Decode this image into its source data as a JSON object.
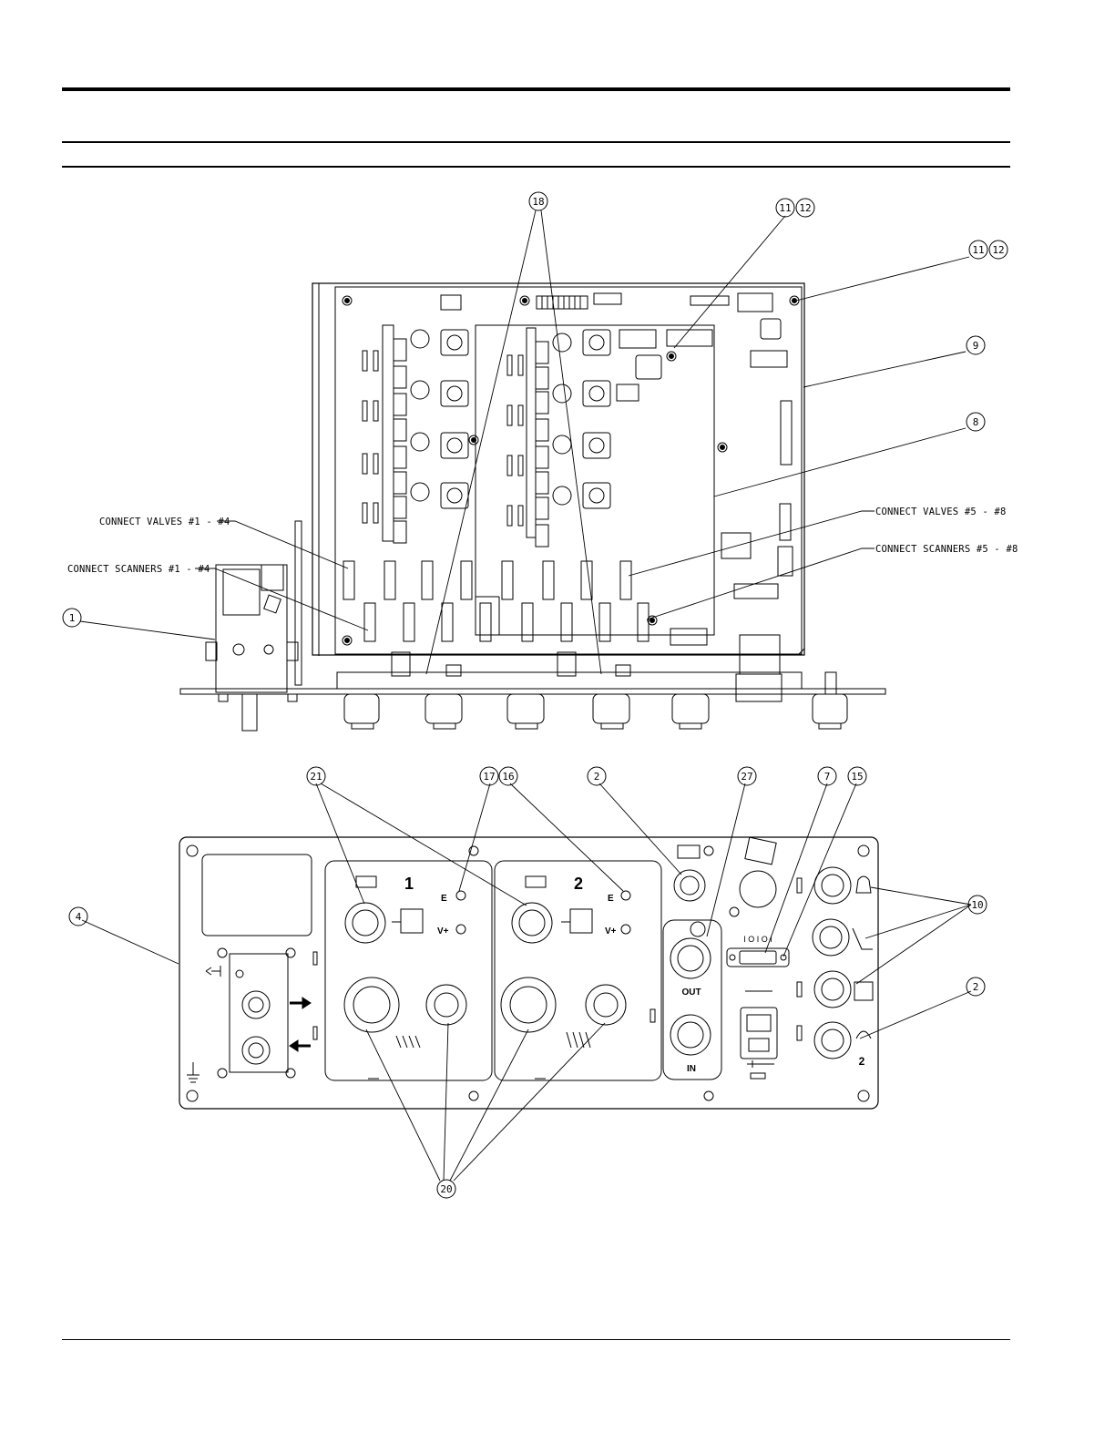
{
  "callouts": {
    "c18": "18",
    "c11a": "11",
    "c12a": "12",
    "c11b": "11",
    "c12b": "12",
    "c9": "9",
    "c8": "8",
    "c1": "1",
    "c21": "21",
    "c17": "17",
    "c16": "16",
    "c2a": "2",
    "c27": "27",
    "c7": "7",
    "c15": "15",
    "c4": "4",
    "c10": "10",
    "c2b": "2",
    "c20": "20"
  },
  "labels": {
    "valves_1_4": "CONNECT VALVES #1 - #4",
    "scanners_1_4": "CONNECT SCANNERS #1 - #4",
    "valves_5_8": "CONNECT VALVES #5 - #8",
    "scanners_5_8": "CONNECT SCANNERS #5 - #8"
  },
  "panel": {
    "module1": "1",
    "module2": "2",
    "e1": "E",
    "vplus1": "V+",
    "e2": "E",
    "vplus2": "V+",
    "out": "OUT",
    "in": "IN",
    "io": "I O I O I",
    "right2": "2"
  },
  "colors": {
    "line": "#000000",
    "background": "#ffffff"
  }
}
